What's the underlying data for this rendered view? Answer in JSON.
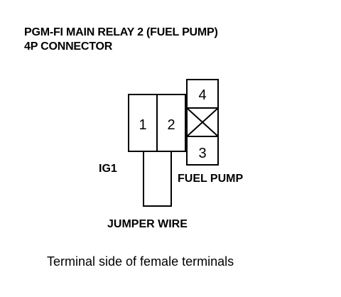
{
  "title": {
    "line1": "PGM-FI MAIN RELAY 2 (FUEL PUMP)",
    "line2": "4P CONNECTOR"
  },
  "connector": {
    "terminals": [
      {
        "id": 1,
        "label": "1"
      },
      {
        "id": 2,
        "label": "2"
      },
      {
        "id": 3,
        "label": "3"
      },
      {
        "id": 4,
        "label": "4"
      }
    ],
    "unused_cavity_symbol": "crossed-box"
  },
  "labels": {
    "ig1": "IG1",
    "fuel_pump": "FUEL PUMP",
    "jumper_wire": "JUMPER WIRE"
  },
  "caption": "Terminal side of female terminals",
  "colors": {
    "line": "#000000",
    "background": "#ffffff"
  }
}
